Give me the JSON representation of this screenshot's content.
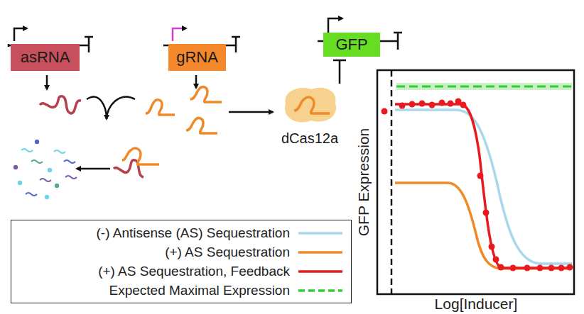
{
  "diagram": {
    "nodes": [
      {
        "text": [
          "asRNA"
        ]
      },
      {
        "text": [
          "gRNA"
        ]
      },
      {
        "text": [
          "GFP"
        ]
      },
      {
        "text": [
          "dCas12a"
        ]
      }
    ],
    "edges": [
      {
        "from": 3,
        "to": 2,
        "arrow": "to"
      }
    ],
    "labels": [
      "GFP Expression",
      "Log[Inducer]"
    ],
    "legend": [
      {
        "text": "(-) Antisense (AS) Sequestration"
      },
      {
        "text": "(+) AS Sequestration"
      },
      {
        "text": "(+) AS Sequestration, Feedback"
      },
      {
        "text": "Expected Maximal Expression"
      }
    ]
  }
}
